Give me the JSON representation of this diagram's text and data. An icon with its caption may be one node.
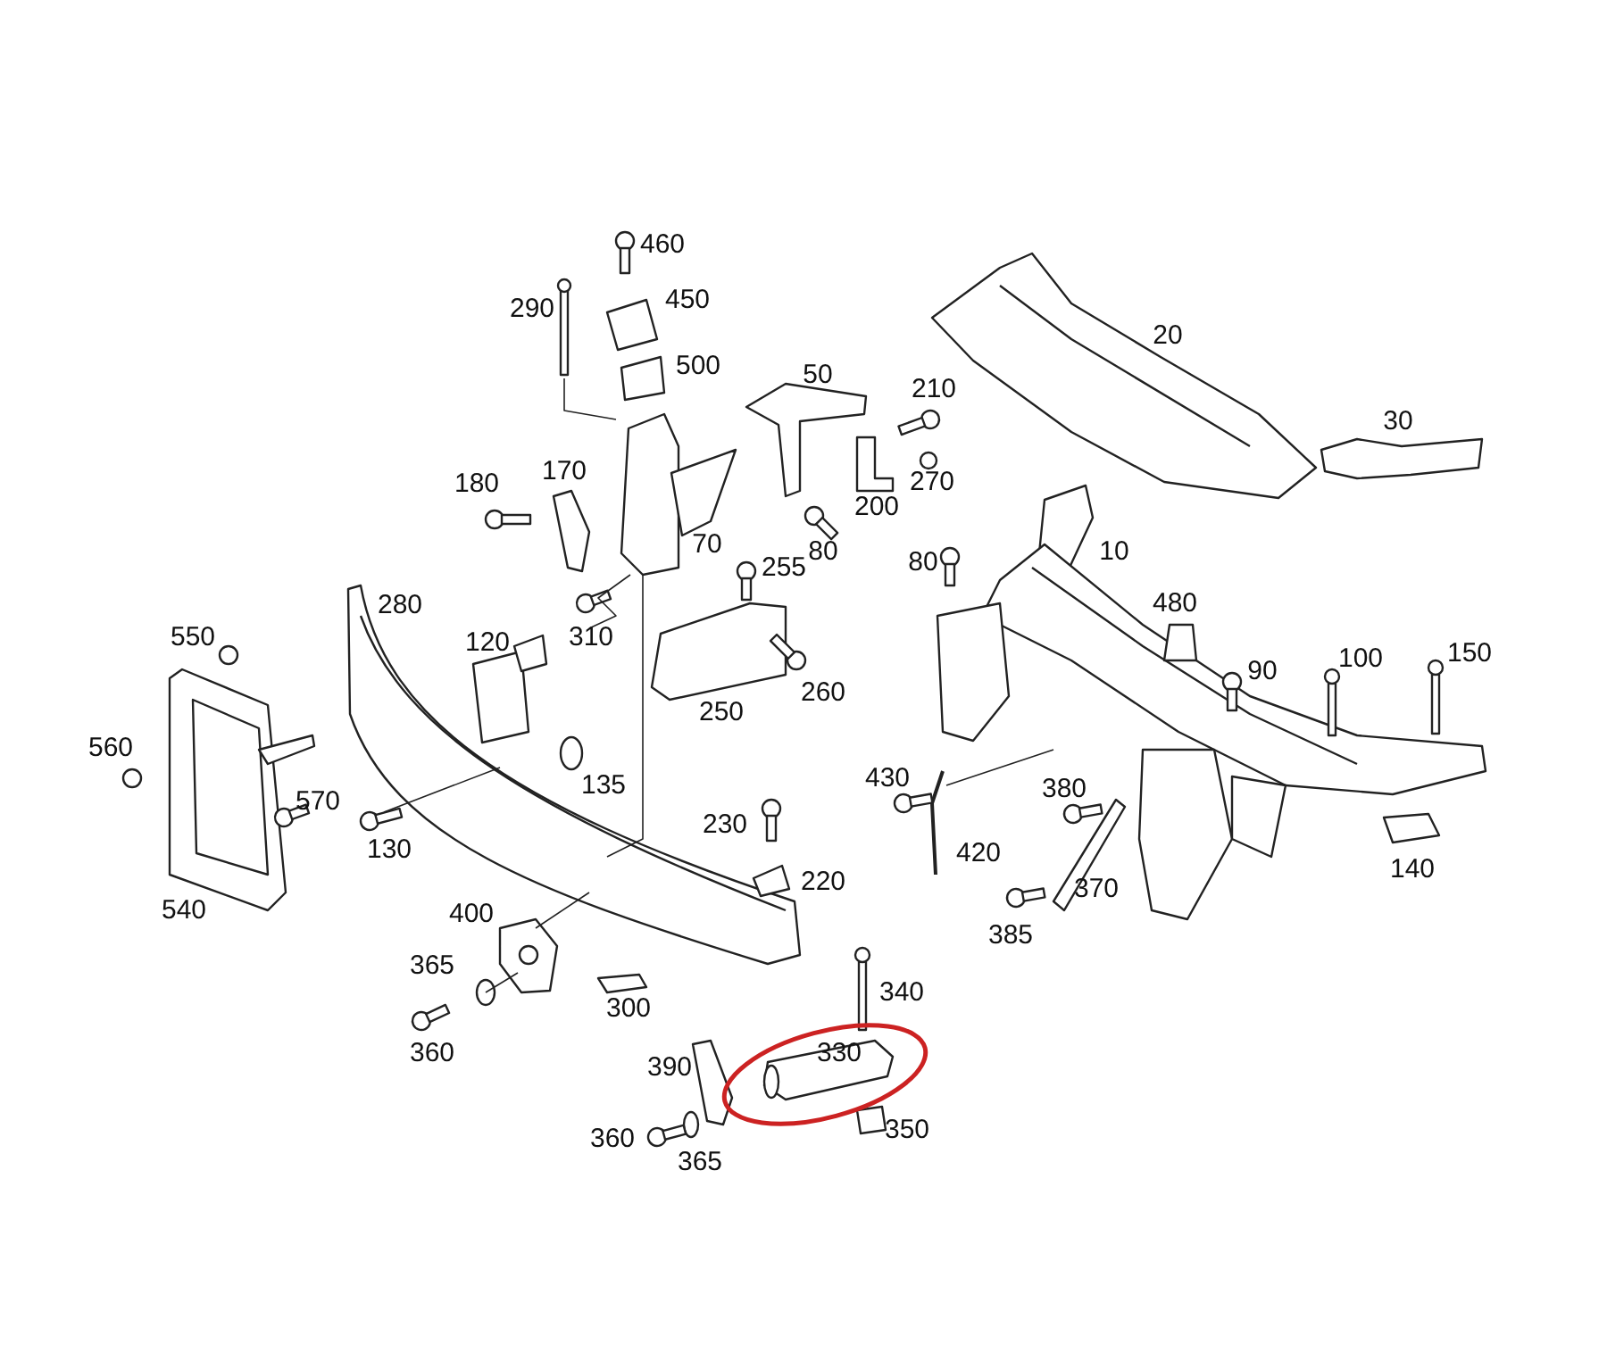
{
  "diagram": {
    "labels": [
      "460",
      "450",
      "20",
      "290",
      "500",
      "50",
      "210",
      "30",
      "180",
      "170",
      "270",
      "200",
      "70",
      "255",
      "80",
      "80",
      "10",
      "280",
      "550",
      "120",
      "310",
      "480",
      "90",
      "100",
      "150",
      "260",
      "250",
      "560",
      "135",
      "430",
      "380",
      "570",
      "230",
      "130",
      "420",
      "140",
      "220",
      "370",
      "540",
      "400",
      "385",
      "365",
      "300",
      "340",
      "360",
      "390",
      "330",
      "360",
      "365",
      "350"
    ]
  }
}
